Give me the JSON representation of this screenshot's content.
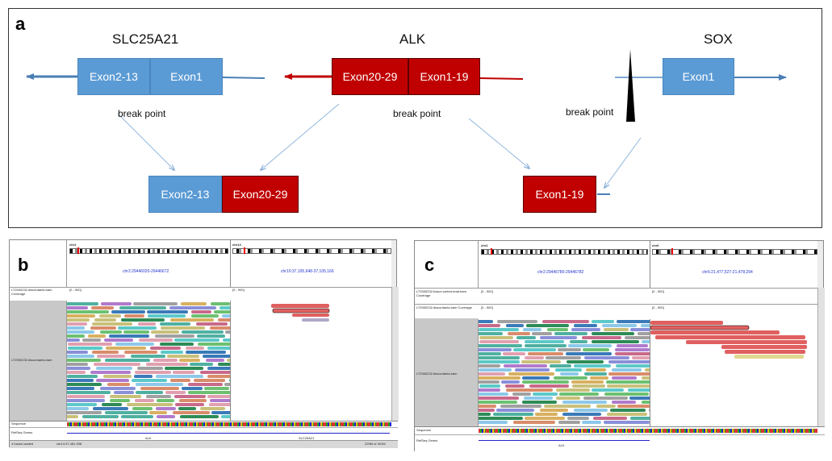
{
  "panel_a": {
    "letter": "a",
    "genes": {
      "slc25a21": "SLC25A21",
      "alk": "ALK",
      "sox": "SOX"
    },
    "exons": {
      "slc_exon2_13": "Exon2-13",
      "slc_exon1": "Exon1",
      "alk_exon20_29": "Exon20-29",
      "alk_exon1_19": "Exon1-19",
      "sox_exon1": "Exon1",
      "fusion1_left": "Exon2-13",
      "fusion1_right": "Exon20-29",
      "fusion2": "Exon1-19"
    },
    "break_point_label": "break point",
    "colors": {
      "blue": "#5b9bd5",
      "red": "#c00000",
      "arrow_blue": "#4a7fb5",
      "arrow_red": "#c00000"
    }
  },
  "panel_b": {
    "letter": "b",
    "chr_left": "chr2",
    "chr_right": "chr14",
    "locus_left": "chr2:29446020-29446672",
    "locus_right": "chr10:37,105,648-37,105,166",
    "track_coverage": "LT2000232.discordants.bam Coverage",
    "track_bam": "LT2000232.discordants.bam",
    "scale_left": "[0 - 900]",
    "scale_right": "[0 - 900]",
    "sequence_label": "Sequence",
    "genes_label": "RefSeq Genes",
    "gene_left": "ALK",
    "gene_right": "SLC25A21",
    "status_left": "4 tracks loaded",
    "status_mid": "chr14:37,481,908",
    "status_right": "225M of 491M"
  },
  "panel_c": {
    "letter": "c",
    "chr_left": "chr2",
    "chr_right": "chr6",
    "locus_left": "chr2:29446780-29446782",
    "locus_right": "chr6:21,477,527-21,478,294",
    "track_coverage": "LT2000232.fusion.sorted.read.bam Coverage",
    "track_coverage2": "LT2000232.discordants.bam Coverage",
    "track_bam": "LT2000232.discordants.bam",
    "scale_left": "[0 - 900]",
    "scale_right": "[0 - 900]",
    "sequence_label": "Sequence",
    "genes_label": "RefSeq Genes",
    "gene_left": "ALK"
  }
}
